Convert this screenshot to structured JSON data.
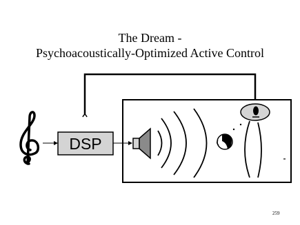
{
  "slide": {
    "title_line1": "The Dream -",
    "title_line2": "Psychoacoustically-Optimized Active Control",
    "page_number": "259"
  },
  "diagram": {
    "dsp_label": "DSP",
    "icons": [
      "treble-clef-icon",
      "loudspeaker-icon",
      "listener-head-icon",
      "microphone-icon"
    ]
  }
}
